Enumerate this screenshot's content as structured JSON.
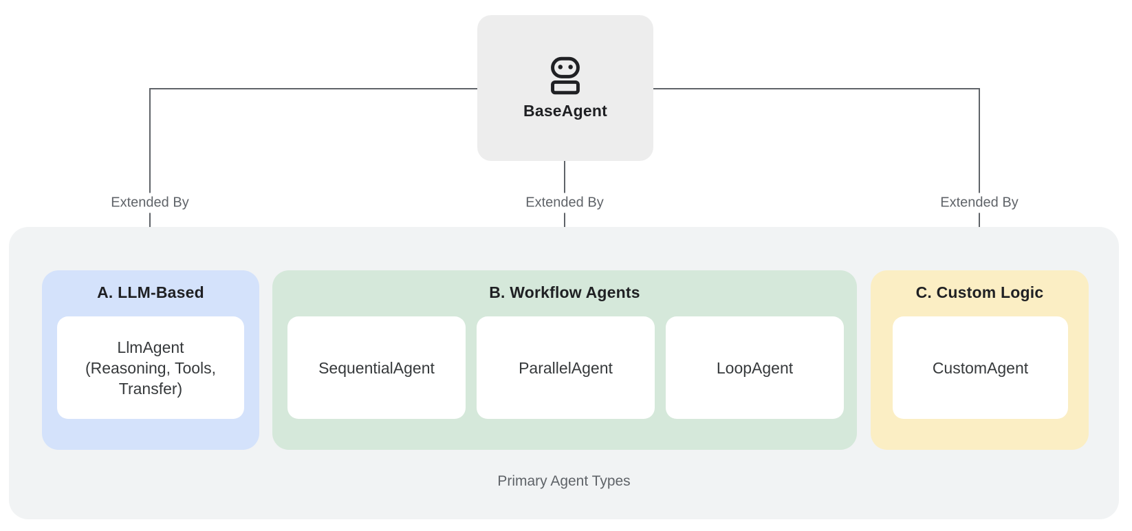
{
  "diagram": {
    "base_agent": {
      "label": "BaseAgent",
      "icon": "robot-icon"
    },
    "edge_labels": [
      "Extended By",
      "Extended By",
      "Extended By"
    ],
    "container": {
      "caption": "Primary Agent Types",
      "sections": [
        {
          "title": "A. LLM-Based",
          "color": "#d4e2fb",
          "cards": [
            {
              "label": "LlmAgent\n(Reasoning, Tools,\nTransfer)"
            }
          ]
        },
        {
          "title": "B. Workflow Agents",
          "color": "#d5e8da",
          "cards": [
            {
              "label": "SequentialAgent"
            },
            {
              "label": "ParallelAgent"
            },
            {
              "label": "LoopAgent"
            }
          ]
        },
        {
          "title": "C. Custom Logic",
          "color": "#fbeec4",
          "cards": [
            {
              "label": "CustomAgent"
            }
          ]
        }
      ]
    },
    "colors": {
      "background": "#ffffff",
      "container_bg": "#f1f3f4",
      "base_node_bg": "#ededed",
      "llm_section_bg": "#d4e2fb",
      "workflow_section_bg": "#d5e8da",
      "custom_section_bg": "#fbeec4",
      "card_bg": "#ffffff",
      "connector": "#5f6368",
      "muted_text": "#5f6368",
      "title_text": "#1f2023"
    }
  }
}
